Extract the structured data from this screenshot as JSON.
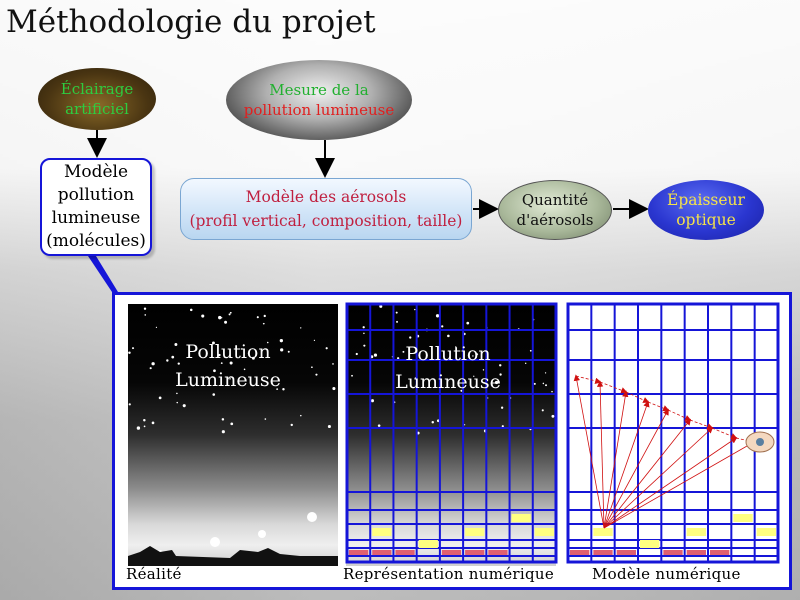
{
  "title": "Méthodologie du projet",
  "top_nodes": {
    "eclairage": [
      "Éclairage",
      "artificiel"
    ],
    "mesure": [
      "Mesure de la",
      "pollution lumineuse"
    ]
  },
  "modele_pollution": [
    "Modèle",
    "pollution",
    "lumineuse",
    "(molécules)"
  ],
  "modele_aerosols": [
    "Modèle des aérosols",
    "(profil vertical, composition, taille)"
  ],
  "quantite": [
    "Quantité",
    "d'aérosols"
  ],
  "epaisseur": [
    "Épaisseur",
    "optique"
  ],
  "panels": {
    "photo_label": [
      "Pollution",
      "Lumineuse"
    ],
    "captions": [
      "Réalité",
      "Représentation numérique",
      "Modèle numérique"
    ]
  },
  "colors": {
    "grid_blue": "#1515d8",
    "arrow_red": "#d01010",
    "cell_yellow": "#ffff80",
    "cell_red": "#e06070"
  }
}
